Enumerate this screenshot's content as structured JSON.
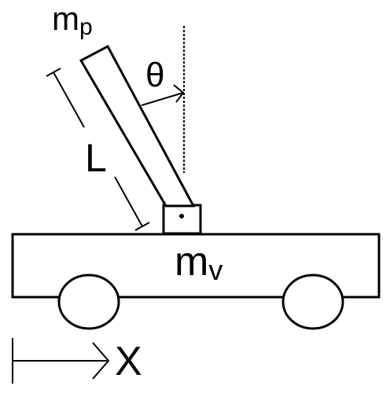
{
  "diagram": {
    "labels": {
      "pendulum_mass": "m",
      "pendulum_mass_sub": "p",
      "angle": "θ",
      "length": "L",
      "vehicle_mass": "m",
      "vehicle_mass_sub": "v",
      "position": "X"
    }
  }
}
